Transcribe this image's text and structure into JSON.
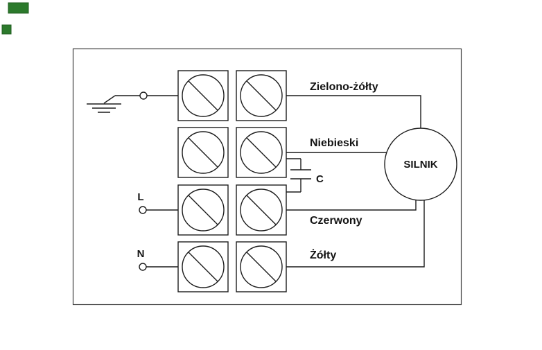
{
  "labels": {
    "ground_wire": "Zielono-żółty",
    "blue_wire": "Niebieski",
    "capacitor": "C",
    "red_wire": "Czerwony",
    "yellow_wire": "Żółty",
    "live": "L",
    "neutral": "N",
    "motor": "SILNIK"
  },
  "colors": {
    "line": "#1c1c1c",
    "background": "#ffffff",
    "watermark_green": "#2c7a2c"
  }
}
